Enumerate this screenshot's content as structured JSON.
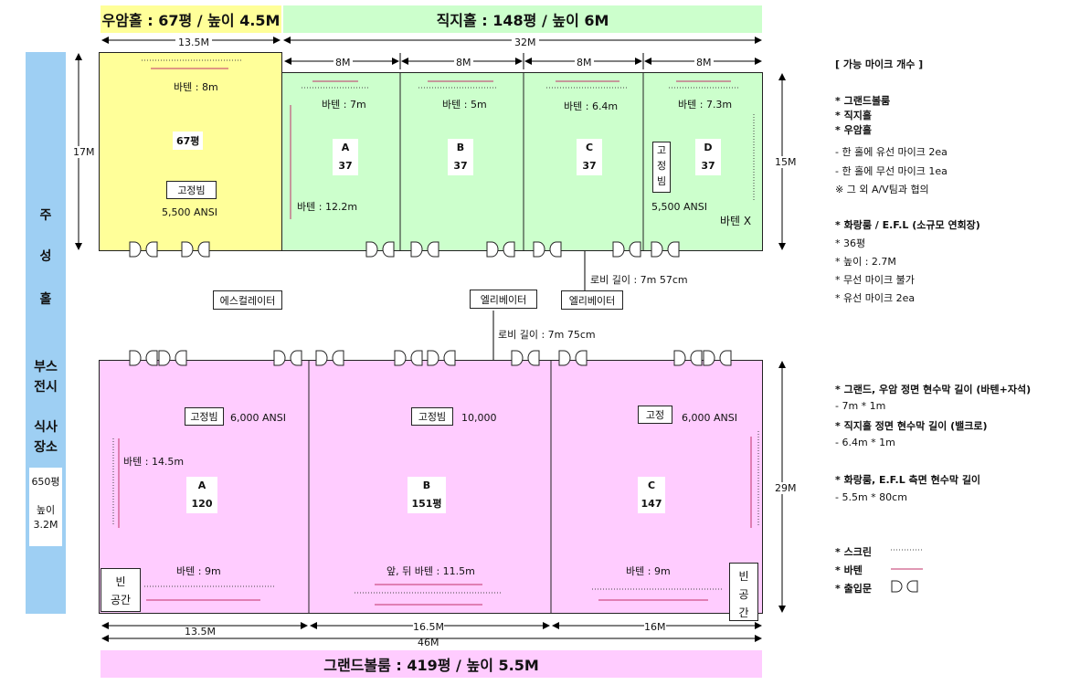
{
  "banners": {
    "wooam": "우암홀 : 67평 / 높이 4.5M",
    "jikji": "직지홀 : 148평 / 높이 6M",
    "grand": "그랜드볼룸 : 419평 / 높이 5.5M"
  },
  "dims": {
    "wooam_width": "13.5M",
    "jikji_width": "32M",
    "sub_8m": "8M",
    "wooam_height": "17M",
    "jikji_height": "15M",
    "grand_height": "29M",
    "grand_a": "13.5M",
    "grand_b": "16.5M",
    "grand_c": "16M",
    "grand_total": "46M"
  },
  "wooam": {
    "screen": "바텐 : 8m",
    "area": "67평",
    "fixed_beam": "고정빔",
    "ansi": "5,500 ANSI"
  },
  "jikji": {
    "a": {
      "screen": "바텐 : 7m",
      "name": "A",
      "area": "37",
      "side": "바텐 : 12.2m"
    },
    "b": {
      "screen": "바텐 : 5m",
      "name": "B",
      "area": "37"
    },
    "c": {
      "screen": "바텐 : 6.4m",
      "name": "C",
      "area": "37"
    },
    "d": {
      "screen": "바텐 : 7.3m",
      "name": "D",
      "area": "37",
      "fixed_v": [
        "고",
        "정",
        "빔"
      ],
      "ansi": "5,500 ANSI",
      "batten_x": "바텐 X"
    }
  },
  "lobby": {
    "escalator": "에스컬레이터",
    "elevator1": "엘리베이터",
    "elevator2": "엘리베이터",
    "depth1": "로비 길이 : 7m 57cm",
    "depth2": "로비 길이 : 7m 75cm"
  },
  "side_label": {
    "lines": [
      "주",
      "성",
      "홀",
      "부스",
      "전시",
      "식사",
      "장소"
    ],
    "area": "650평",
    "height_label": "높이",
    "height": "3.2M"
  },
  "grand": {
    "a": {
      "fixed_beam": "고정빔",
      "ansi": "6,000 ANSI",
      "side": "바텐 : 14.5m",
      "name": "A",
      "area": "120",
      "bottom": "바텐 : 9m",
      "empty": [
        "빈",
        "공간"
      ]
    },
    "b": {
      "fixed_beam": "고정빔",
      "ansi": "10,000",
      "name": "B",
      "area": "151평",
      "bottom": "앞, 뒤 바텐 : 11.5m"
    },
    "c": {
      "fixed": "고정",
      "ansi": "6,000 ANSI",
      "name": "C",
      "area": "147",
      "bottom": "바텐 : 9m",
      "empty": [
        "빈",
        "공",
        "간"
      ]
    }
  },
  "legend": {
    "title": "[ 가능 마이크 개수 ]",
    "halls": [
      "* 그랜드볼룸",
      "* 직지홀",
      "* 우암홀"
    ],
    "mic_notes": [
      "- 한 홀에 유선 마이크 2ea",
      "- 한 홀에 무선 마이크 1ea",
      "※ 그 외 A/V팀과 협의"
    ],
    "efl_title": "* 화랑룸 / E.F.L (소규모 연회장)",
    "efl_notes": [
      "* 36평",
      "* 높이 : 2.7M",
      "* 무선 마이크 불가",
      "* 유선 마이크 2ea"
    ],
    "curtain1_title": "* 그랜드, 우암 정면 현수막 길이 (바텐+자석)",
    "curtain1_val": "- 7m * 1m",
    "curtain2_title": "* 직지홀 정면 현수막 길이 (밸크로)",
    "curtain2_val": "- 6.4m * 1m",
    "curtain3_title": "* 화랑룸, E.F.L 측면 현수막 길이",
    "curtain3_val": "- 5.5m * 80cm",
    "key_screen": "* 스크린",
    "key_batten": "* 바텐",
    "key_door": "* 출입문"
  },
  "colors": {
    "yellow": "#ffff99",
    "green": "#ccffcc",
    "pink": "#ffccff",
    "banner_green": "#ccffcc",
    "banner_pink": "#ffccff",
    "side_blue": "#9ecff3",
    "batten_red": "#c0306a"
  }
}
